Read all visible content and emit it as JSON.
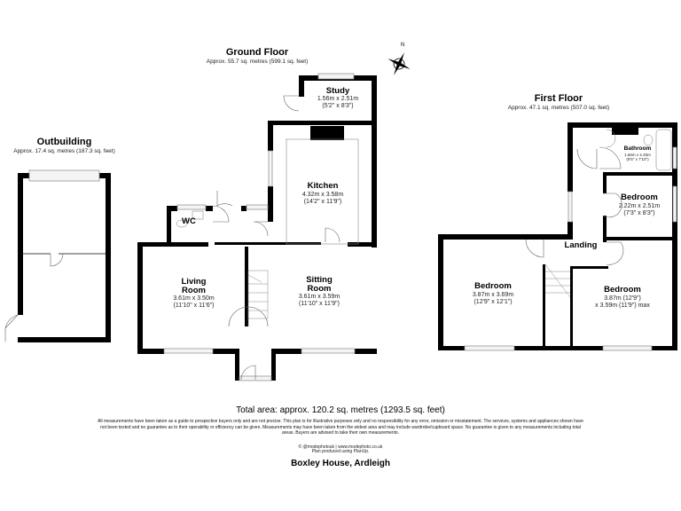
{
  "ground_floor": {
    "title": "Ground Floor",
    "area": "Approx. 55.7 sq. metres (599.1 sq. feet)",
    "rooms": [
      {
        "name": "Study",
        "dim_m": "1.56m x 2.51m",
        "dim_ft": "(5'2\" x 8'3\")"
      },
      {
        "name": "Kitchen",
        "dim_m": "4.32m x 3.58m",
        "dim_ft": "(14'2\" x 11'9\")"
      },
      {
        "name": "WC"
      },
      {
        "name_line1": "Living",
        "name_line2": "Room",
        "dim_m": "3.61m x 3.50m",
        "dim_ft": "(11'10\" x 11'6\")"
      },
      {
        "name_line1": "Sitting",
        "name_line2": "Room",
        "dim_m": "3.61m x 3.59m",
        "dim_ft": "(11'10\" x 11'9\")"
      }
    ]
  },
  "outbuilding": {
    "title": "Outbuilding",
    "area": "Approx. 17.4 sq. metres (187.3 sq. feet)"
  },
  "first_floor": {
    "title": "First Floor",
    "area": "Approx. 47.1 sq. metres (507.0 sq. feet)",
    "rooms": [
      {
        "name": "Bathroom",
        "dim_m": "1.66m x 2.40m",
        "dim_ft": "(5'5\" x 7'10\")"
      },
      {
        "name": "Bedroom",
        "dim_m": "2.22m x 2.51m",
        "dim_ft": "(7'3\" x 8'3\")"
      },
      {
        "name": "Landing"
      },
      {
        "name": "Bedroom",
        "dim_m": "3.87m x 3.69m",
        "dim_ft": "(12'9\" x 12'1\")"
      },
      {
        "name": "Bedroom",
        "dim_m": "3.87m (12'9\")",
        "dim_ft": "x 3.59m (11'9\") max"
      }
    ]
  },
  "total_area": "Total area: approx. 120.2 sq. metres (1293.5 sq. feet)",
  "disclaimer": "All measurements have been taken as a guide to prospective buyers only and are not precise. This plan is for illustrative purposes only and no responsibility for any error, omission or misstatement. The services, systems and appliances shown have not been tested and no guarantee as to their operability or efficiency can be given. Measurements may have been taken from the widest area and may include wardrobe/cupboard space. No guarantee is given to any measurements including total areas. Buyers are advised to take their own measurements.",
  "credit_line1": "© @modephotouk | www.modephoto.co.uk",
  "credit_line2": "Plan produced using PlanUp.",
  "property_name": "Boxley House, Ardleigh",
  "compass": {
    "icon": "north-arrow-compass-icon",
    "label": "N"
  },
  "colors": {
    "wall": "#000000",
    "window": "#dddddd",
    "background": "#ffffff"
  }
}
